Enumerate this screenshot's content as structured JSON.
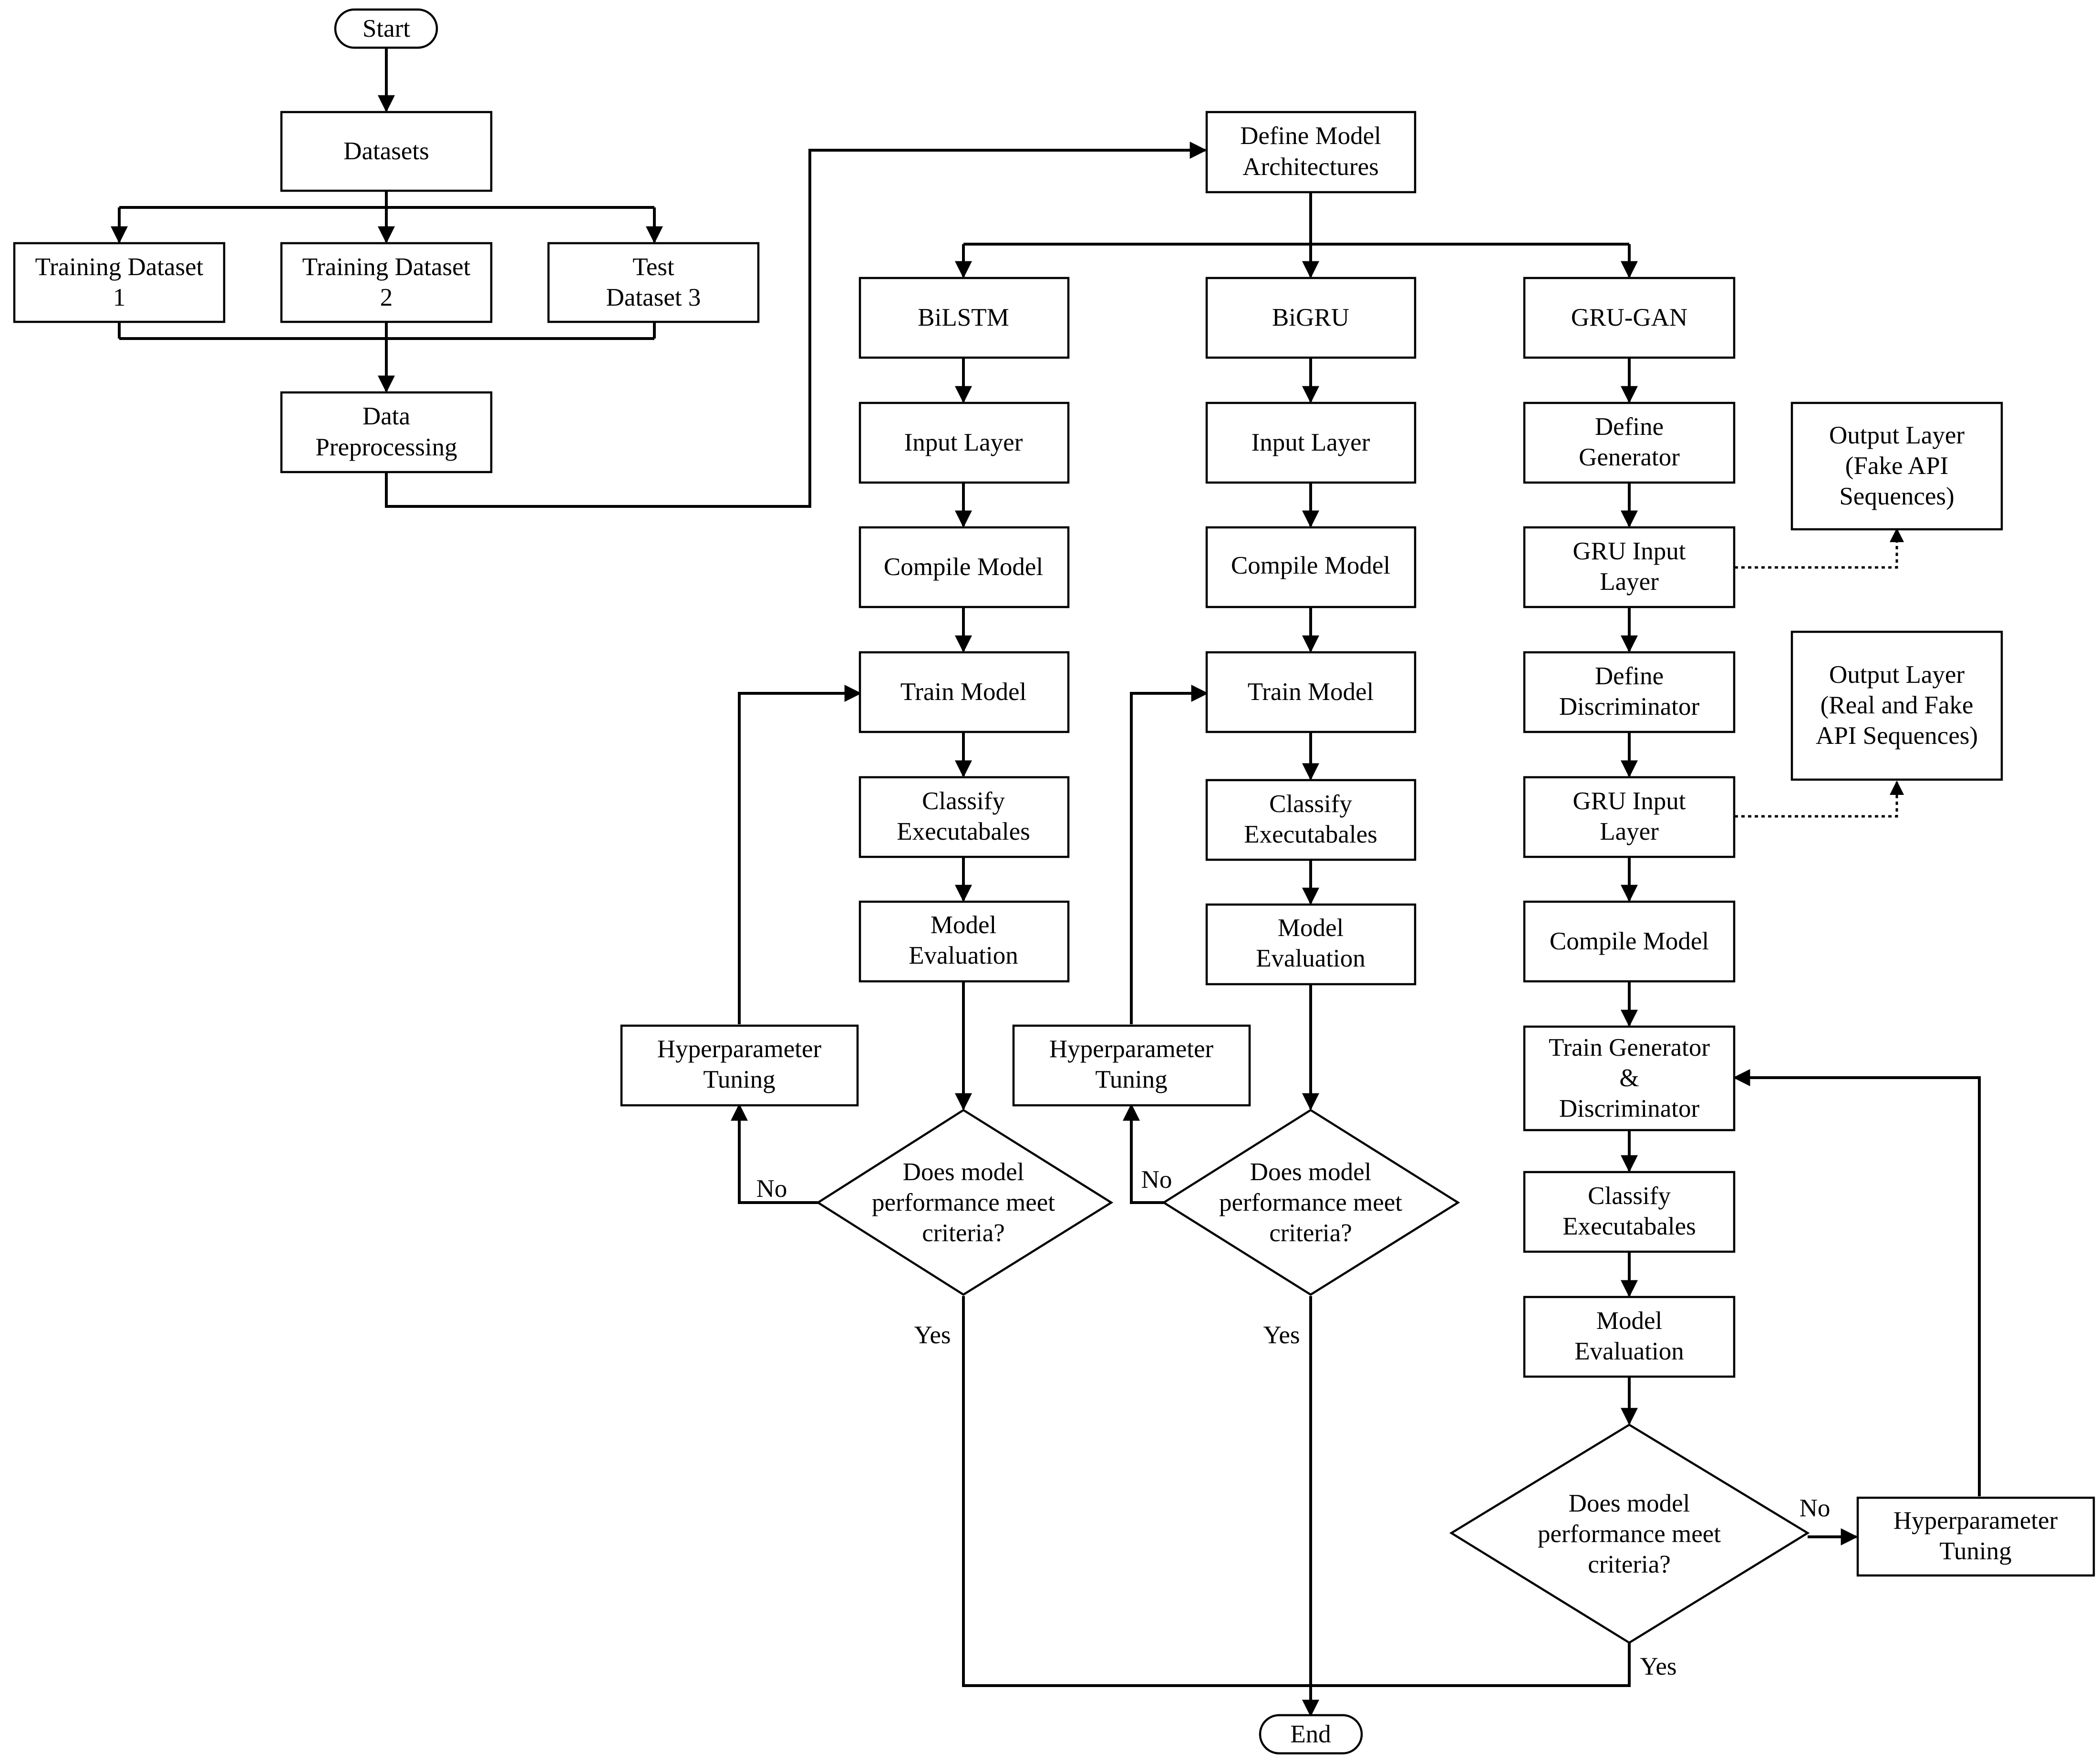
{
  "start": "Start",
  "end": "End",
  "datasets": "Datasets",
  "training_dataset_1": [
    "Training Dataset",
    "1"
  ],
  "training_dataset_2": [
    "Training Dataset",
    "2"
  ],
  "test_dataset_3": [
    "Test",
    "Dataset 3"
  ],
  "data_preprocessing": [
    "Data",
    "Preprocessing"
  ],
  "define_model_architectures": [
    "Define Model",
    "Architectures"
  ],
  "bilstm": {
    "title": "BiLSTM",
    "input_layer": "Input Layer",
    "compile_model": "Compile Model",
    "train_model": "Train Model",
    "classify": [
      "Classify",
      "Executabales"
    ],
    "evaluation": [
      "Model",
      "Evaluation"
    ],
    "tuning": [
      "Hyperparameter",
      "Tuning"
    ],
    "decision": [
      "Does model",
      "performance meet",
      "criteria?"
    ],
    "no": "No",
    "yes": "Yes"
  },
  "bigru": {
    "title": "BiGRU",
    "input_layer": "Input Layer",
    "compile_model": "Compile Model",
    "train_model": "Train Model",
    "classify": [
      "Classify",
      "Executabales"
    ],
    "evaluation": [
      "Model",
      "Evaluation"
    ],
    "tuning": [
      "Hyperparameter",
      "Tuning"
    ],
    "decision": [
      "Does model",
      "performance meet",
      "criteria?"
    ],
    "no": "No",
    "yes": "Yes"
  },
  "grugan": {
    "title": "GRU-GAN",
    "define_generator": [
      "Define",
      "Generator"
    ],
    "gru_input_1": [
      "GRU Input",
      "Layer"
    ],
    "output_fake": [
      "Output Layer",
      "(Fake API",
      "Sequences)"
    ],
    "define_discriminator": [
      "Define",
      "Discriminator"
    ],
    "gru_input_2": [
      "GRU Input",
      "Layer"
    ],
    "output_real_fake": [
      "Output Layer",
      "(Real and Fake",
      "API Sequences)"
    ],
    "compile_model": "Compile Model",
    "train_gen_disc": [
      "Train Generator",
      "&",
      "Discriminator"
    ],
    "classify": [
      "Classify",
      "Executabales"
    ],
    "evaluation": [
      "Model",
      "Evaluation"
    ],
    "decision": [
      "Does model",
      "performance meet",
      "criteria?"
    ],
    "tuning": [
      "Hyperparameter",
      "Tuning"
    ],
    "no": "No",
    "yes": "Yes"
  }
}
